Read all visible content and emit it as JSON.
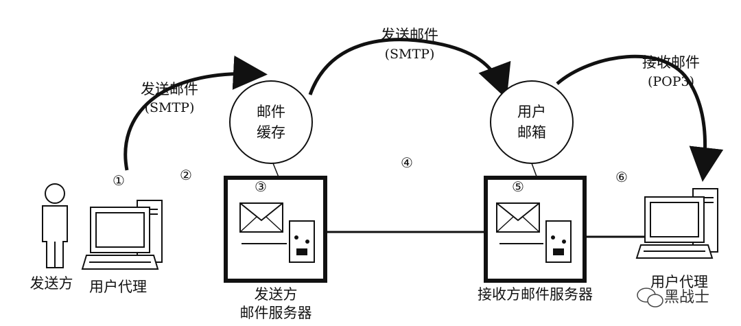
{
  "labels": {
    "send_mail_1": "发送邮件",
    "smtp_1": "(SMTP)",
    "send_mail_2": "发送邮件",
    "smtp_2": "(SMTP)",
    "recv_mail": "接收邮件",
    "pop3": "(POP3)",
    "mail_cache_line1": "邮件",
    "mail_cache_line2": "缓存",
    "user_mailbox_line1": "用户",
    "user_mailbox_line2": "邮箱",
    "sender": "发送方",
    "user_agent_left": "用户代理",
    "sender_server_line1": "发送方",
    "sender_server_line2": "邮件服务器",
    "receiver_server": "接收方邮件服务器",
    "user_agent_right": "用户代理"
  },
  "steps": [
    "①",
    "②",
    "③",
    "④",
    "⑤",
    "⑥"
  ],
  "watermark": "黑战士"
}
